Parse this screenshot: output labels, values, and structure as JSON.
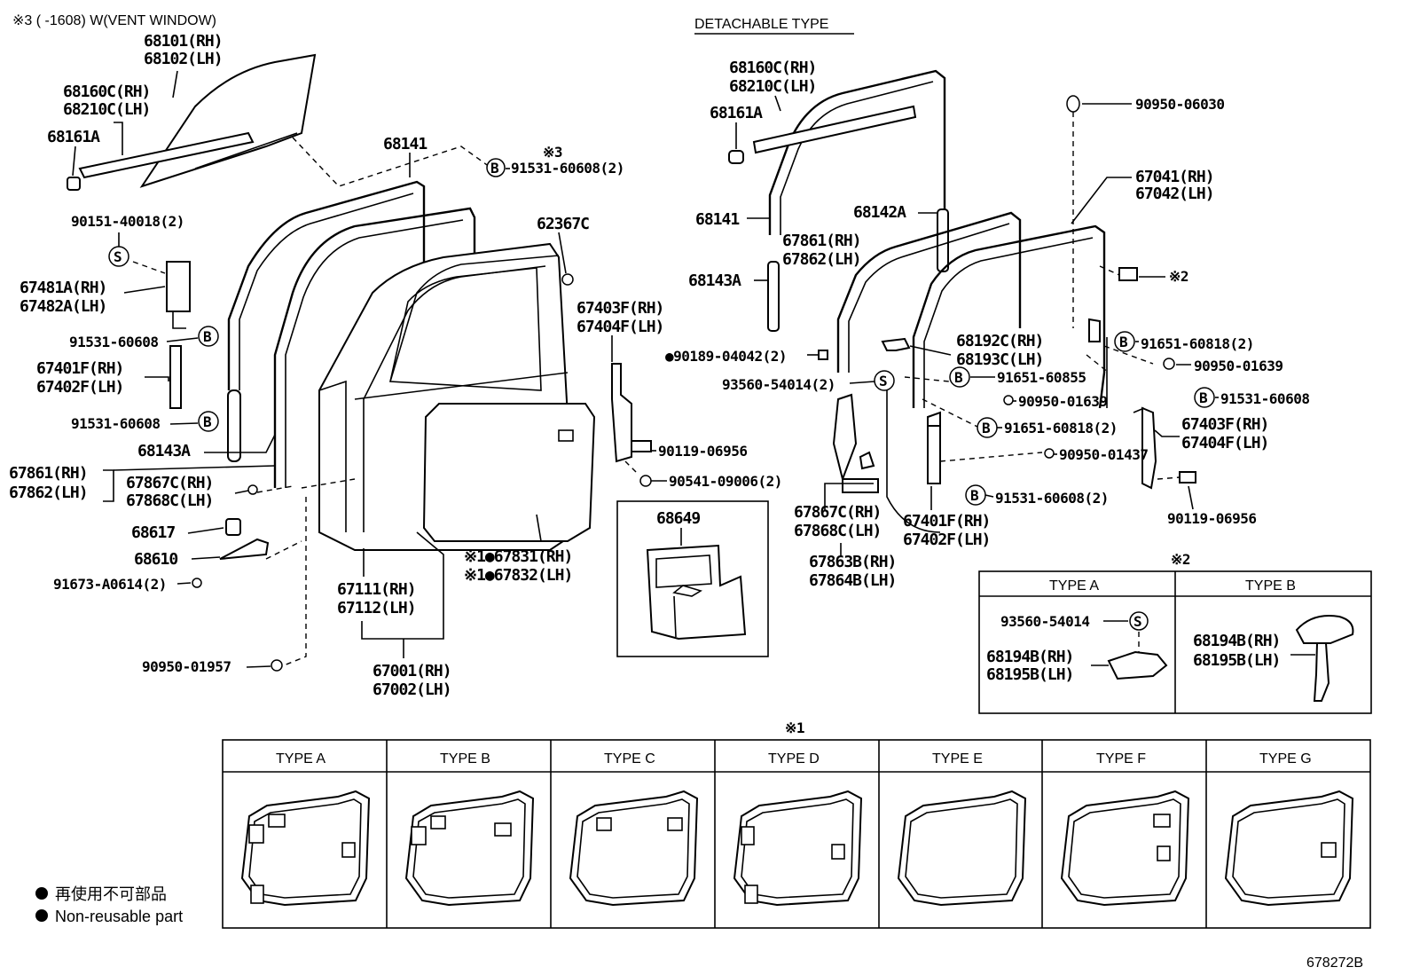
{
  "header": {
    "vent_note": "※3 (      -1608) W(VENT WINDOW)",
    "detachable": "DETACHABLE TYPE",
    "diagram_code": "678272B"
  },
  "labels": {
    "p68101": "68101(RH)",
    "p68102": "68102(LH)",
    "p68160c_l": "68160C(RH)",
    "p68210c_l": "68210C(LH)",
    "p68161a_l": "68161A",
    "p68141_l": "68141",
    "note3": "※3",
    "p91531_2": "91531-60608(2)",
    "p90151": "90151-40018(2)",
    "p62367c": "62367C",
    "p67481a": "67481A(RH)",
    "p67482a": "67482A(LH)",
    "p91531_a": "91531-60608",
    "p67401f_l": "67401F(RH)",
    "p67402f_l": "67402F(LH)",
    "p91531_b": "91531-60608",
    "p68143a_l": "68143A",
    "p67861_l": "67861(RH)",
    "p67862_l": "67862(LH)",
    "p67867c_l": "67867C(RH)",
    "p67868c_l": "67868C(LH)",
    "p68617": "68617",
    "p68610": "68610",
    "p91673": "91673-A0614(2)",
    "p67111": "67111(RH)",
    "p67112": "67112(LH)",
    "p67001": "67001(RH)",
    "p67002": "67002(LH)",
    "p90950_01957": "90950-01957",
    "p67831": "※1●67831(RH)",
    "p67832": "※1●67832(LH)",
    "p67403f_l": "67403F(RH)",
    "p67404f_l": "67404F(LH)",
    "p90119_l": "90119-06956",
    "p90541": "90541-09006(2)",
    "p68649": "68649",
    "p68160c_r": "68160C(RH)",
    "p68210c_r": "68210C(LH)",
    "p68161a_r": "68161A",
    "p68141_r": "68141",
    "p68142a": "68142A",
    "p68143a_r": "68143A",
    "p67861_r": "67861(RH)",
    "p67862_r": "67862(LH)",
    "p90189": "●90189-04042(2)",
    "p93560_r": "93560-54014(2)",
    "p68192c": "68192C(RH)",
    "p68193c": "68193C(LH)",
    "p91651_60855": "91651-60855",
    "p90950_01639a": "90950-01639",
    "p91651_60818a": "91651-60818(2)",
    "p90950_01437": "90950-01437",
    "p91531_r2": "91531-60608(2)",
    "p90950_06030": "90950-06030",
    "p67041": "67041(RH)",
    "p67042": "67042(LH)",
    "note2": "※2",
    "p91651_60818b": "91651-60818(2)",
    "p90950_01639b": "90950-01639",
    "p91531_r": "91531-60608",
    "p67403f_r": "67403F(RH)",
    "p67404f_r": "67404F(LH)",
    "p90119_r": "90119-06956",
    "p67867c_r": "67867C(RH)",
    "p67868c_r": "67868C(LH)",
    "p67401f_r": "67401F(RH)",
    "p67402f_r": "67402F(LH)",
    "p67863b": "67863B(RH)",
    "p67864b": "67864B(LH)",
    "sym_s": "S",
    "sym_b": "B"
  },
  "type_box2": {
    "note": "※2",
    "type_a": "TYPE A",
    "type_b": "TYPE B",
    "a_93560": "93560-54014",
    "a_68194b": "68194B(RH)",
    "a_68195b": "68195B(LH)",
    "b_68194b": "68194B(RH)",
    "b_68195b": "68195B(LH)"
  },
  "type_box1": {
    "note": "※1",
    "types": [
      "TYPE A",
      "TYPE B",
      "TYPE C",
      "TYPE D",
      "TYPE E",
      "TYPE F",
      "TYPE G"
    ]
  },
  "legend": {
    "jp": "再使用不可部品",
    "en": "Non-reusable part"
  }
}
